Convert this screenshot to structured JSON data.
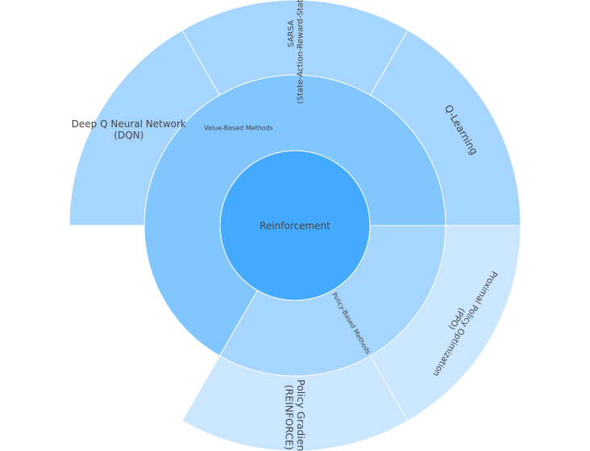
{
  "chart_data": {
    "type": "sunburst",
    "root": {
      "label": "Reinforcement",
      "value": 6,
      "color": "#44aaff",
      "children": [
        {
          "label": "Value-Based Methods",
          "value": 4,
          "color": "#82c6ff",
          "children": [
            {
              "label": "Q-Learning",
              "value": 1,
              "color": "#a6d6fe"
            },
            {
              "label": "SARSA (State-Action-Reward-State-Action)",
              "value": 1,
              "color": "#a6d6fe"
            },
            {
              "label": "Deep Q Neural Network (DQN)",
              "value": 1,
              "color": "#a6d6fe"
            }
          ]
        },
        {
          "label": "Policy-Based Methods",
          "value": 2,
          "color": "#a6d6fe",
          "children": [
            {
              "label": "Policy Gradient (REINFORCE)",
              "value": 1,
              "color": "#cbe7ff"
            },
            {
              "label": "Proximal Policy Optimization (PPO)",
              "value": 1,
              "color": "#cbe7ff"
            }
          ]
        }
      ]
    }
  }
}
